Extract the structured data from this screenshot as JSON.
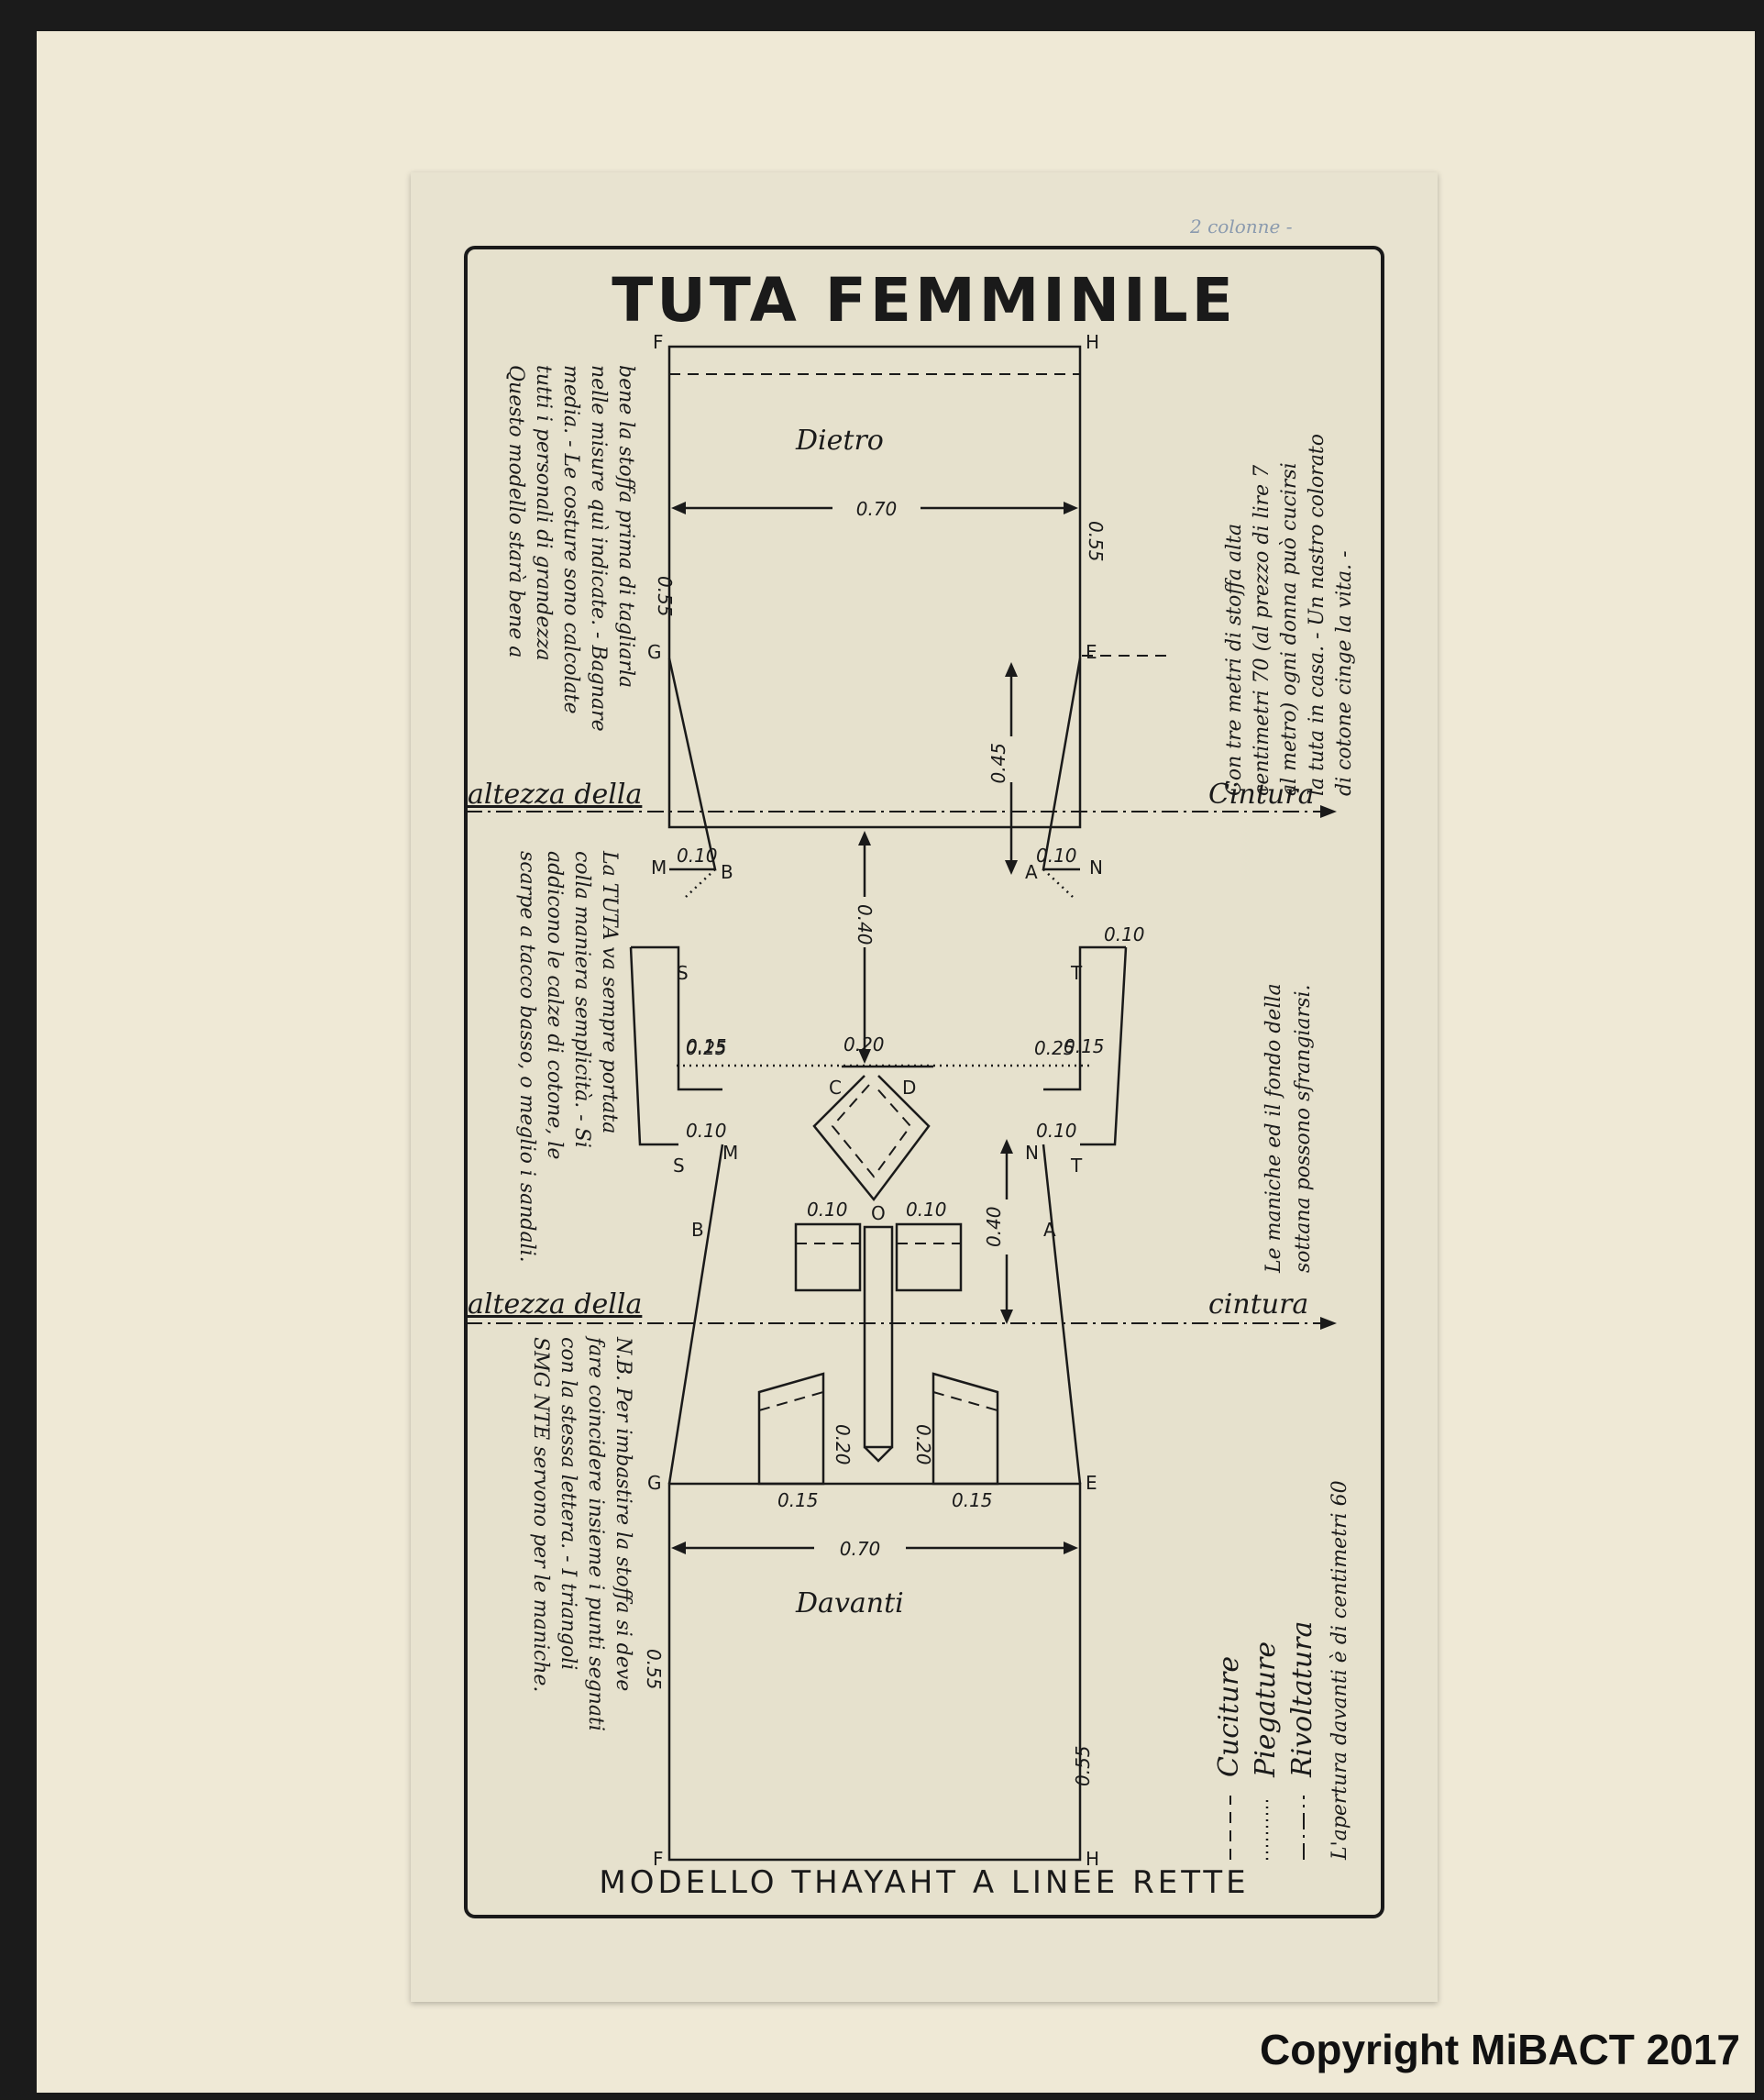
{
  "title": "TUTA FEMMINILE",
  "footer": "MODELLO THAYAHT  A LINEE RETTE",
  "pencil_note": "2 colonne -",
  "copyright": "Copyright MiBACT 2017",
  "labels": {
    "back": "Dietro",
    "front": "Davanti",
    "waist_left": "altezza della",
    "waist_right": "Cintura",
    "waist_right_2": "cintura"
  },
  "points": {
    "F": "F",
    "H": "H",
    "G": "G",
    "E": "E",
    "M": "M",
    "N": "N",
    "A": "A",
    "B": "B",
    "S": "S",
    "T": "T",
    "C": "C",
    "D": "D",
    "O": "O"
  },
  "measures": {
    "width_top": "0.70",
    "width_bottom": "0.70",
    "side": "0.55",
    "m045": "0.45",
    "m040": "0.40",
    "m025": "0.25",
    "m020": "0.20",
    "m015": "0.15",
    "m010": "0.10"
  },
  "notes": {
    "left_1": [
      "Questo modello starà bene a",
      "tutti i personali di grandezza",
      "media. - Le costure sono calcolate",
      "nelle misure quì indicate. - Bagnare",
      "bene la stoffa prima di tagliarla"
    ],
    "left_2": [
      "La TUTA va sempre portata",
      "colla maniera semplicità. - Si",
      "addicono le calze di cotone, le",
      "scarpe a tacco basso, o meglio i sandali."
    ],
    "left_3": [
      "N.B. Per imbastire la stoffa si deve",
      "fare coincidere insieme i punti segnati",
      "con la stessa lettera. - I triangoli",
      "SMG NTE servono per le maniche."
    ],
    "right_1": [
      "Con tre metri di stoffa alta",
      "centimetri 70 (al prezzo di lire 7",
      "al metro) ogni donna può cucirsi",
      "la tuta in casa. - Un nastro colorato",
      "di cotone cinge la vita. -"
    ],
    "right_2": [
      "Le maniche ed il fondo della",
      "sottana possono sfrangiarsi."
    ]
  },
  "legend": [
    {
      "name": "Cuciture",
      "line": "dashed"
    },
    {
      "name": "Piegature",
      "line": "dotted"
    },
    {
      "name": "Rivoltatura",
      "line": "dash-dot"
    }
  ],
  "legend_note": "L'apertura davanti è di centimetri 60"
}
